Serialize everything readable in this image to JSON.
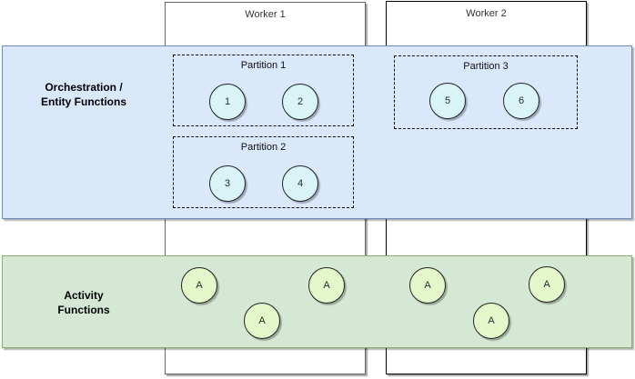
{
  "workers": [
    {
      "label": "Worker 1"
    },
    {
      "label": "Worker 2"
    }
  ],
  "bands": {
    "orchestration": {
      "label_line1": "Orchestration /",
      "label_line2": "Entity Functions",
      "fill": "#dae8fc",
      "border": "#6c8ebf"
    },
    "activity": {
      "label_line1": "Activity",
      "label_line2": "Functions",
      "fill": "#d5e8d4",
      "border": "#82b366"
    }
  },
  "partitions": [
    {
      "label": "Partition 1",
      "circles": [
        "1",
        "2"
      ]
    },
    {
      "label": "Partition 2",
      "circles": [
        "3",
        "4"
      ]
    },
    {
      "label": "Partition 3",
      "circles": [
        "5",
        "6"
      ]
    }
  ],
  "activity_circles": [
    "A",
    "A",
    "A",
    "A",
    "A",
    "A"
  ],
  "colors": {
    "orchestration_fill": "#dae8fc",
    "orchestration_border": "#6c8ebf",
    "activity_fill": "#d5e8d4",
    "activity_border": "#82b366",
    "orchestration_node_fill": "#d9f4f7",
    "activity_node_fill": "#e4f7ca",
    "worker1_border": "#666666",
    "worker2_border": "#000000",
    "node_border": "#222222"
  }
}
